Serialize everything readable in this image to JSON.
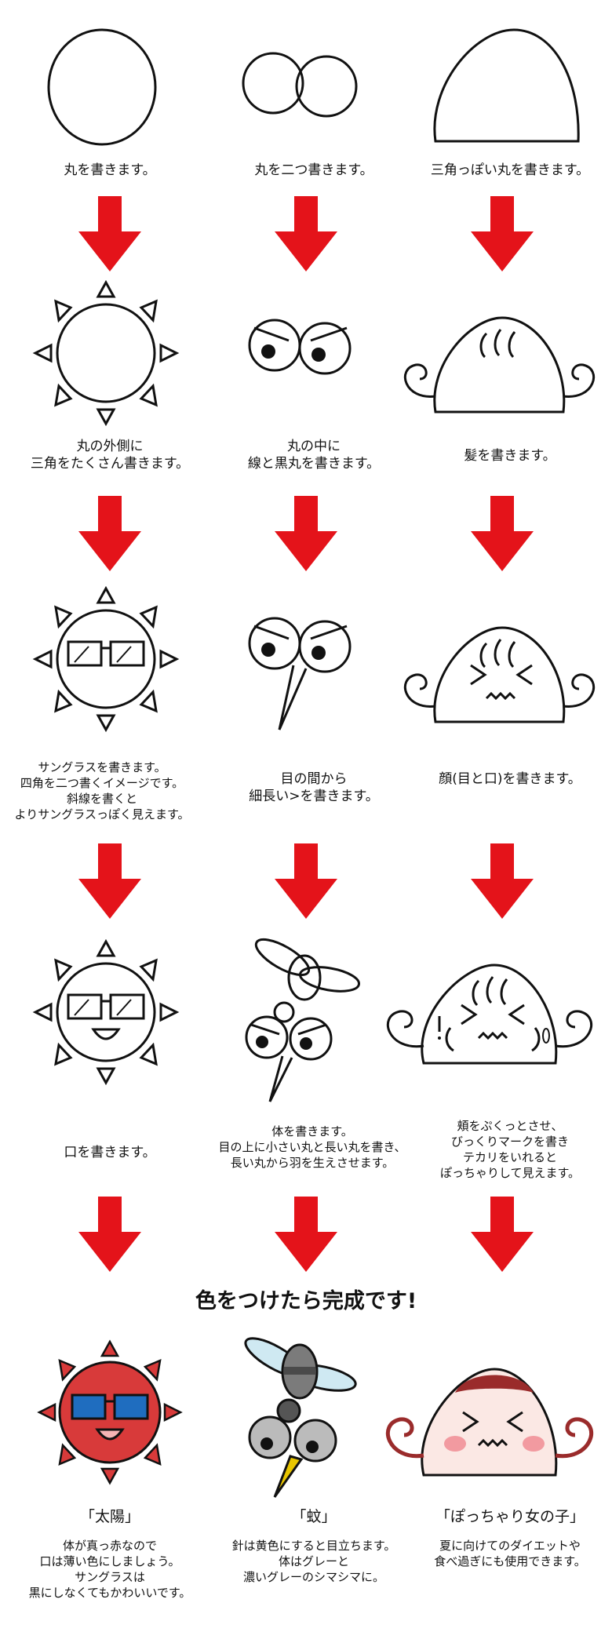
{
  "colors": {
    "arrow": "#e4131a",
    "sun": "#d83a3a",
    "glasses": "#1f6dbf",
    "needle": "#e8c500",
    "mosquito": "#7b7b7b",
    "hair": "#9a2b2b",
    "cheek": "#f29aa0"
  },
  "steps": {
    "sun": [
      "丸を書きます。",
      "丸の外側に\n三角をたくさん書きます。",
      "サングラスを書きます。\n四角を二つ書くイメージです。\n斜線を書くと\nよりサングラスっぽく見えます。",
      "口を書きます。"
    ],
    "mosquito": [
      "丸を二つ書きます。",
      "丸の中に\n線と黒丸を書きます。",
      "目の間から\n細長い>を書きます。",
      "体を書きます。\n目の上に小さい丸と長い丸を書き、\n長い丸から羽を生えさせます。"
    ],
    "girl": [
      "三角っぽい丸を書きます。",
      "髪を書きます。",
      "顔(目と口)を書きます。",
      "頬をぷくっとさせ、\nびっくりマークを書き\nテカリをいれると\nぽっちゃりして見えます。"
    ]
  },
  "final_heading": "色をつけたら完成です!",
  "final": {
    "sun": {
      "title": "「太陽」",
      "desc": "体が真っ赤なので\n口は薄い色にしましょう。\nサングラスは\n黒にしなくてもかわいいです。"
    },
    "mosquito": {
      "title": "「蚊」",
      "desc": "針は黄色にすると目立ちます。\n体はグレーと\n濃いグレーのシマシマに。"
    },
    "girl": {
      "title": "「ぽっちゃり女の子」",
      "desc": "夏に向けてのダイエットや\n食べ過ぎにも使用できます。"
    }
  }
}
